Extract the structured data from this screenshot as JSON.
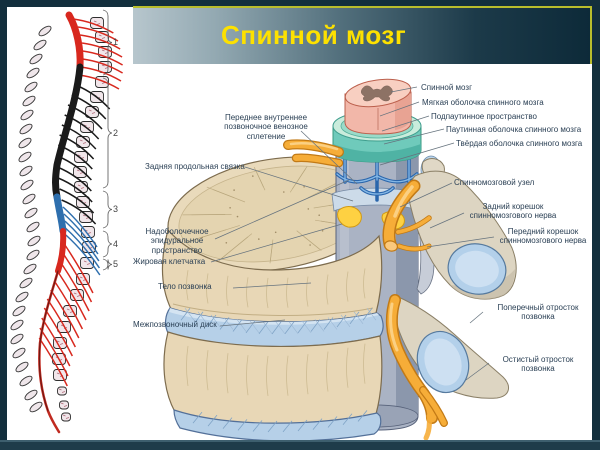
{
  "slide": {
    "title": "Спинной мозг",
    "colors": {
      "background": "#132f3d",
      "panel": "#ffffff",
      "accent_line": "#b9bd2c",
      "title_text": "#fde100"
    }
  },
  "sidebar": {
    "figure": "spinal-column-overview",
    "region_numbers": [
      "1",
      "2",
      "3",
      "4",
      "5"
    ],
    "region_colors": {
      "cervical": "#d8281e",
      "thoracic": "#1a1a1a",
      "sacral": "#2e6fae",
      "caudal": "#d8281e"
    }
  },
  "diagram": {
    "labels": {
      "spinal_cord": "Спинной мозг",
      "pia_mater": "Мягкая оболочка спинного мозга",
      "subarachnoid_space": "Подпаутинное пространство",
      "arachnoid_mater": "Паутинная оболочка спинного мозга",
      "dura_mater": "Твёрдая оболочка спинного мозга",
      "spinal_ganglion": "Спинномозговой узел",
      "dorsal_root": "Задний корешок\nспинномозгового нерва",
      "ventral_root": "Передний корешок\nспинномозгового нерва",
      "transverse_process": "Поперечный отросток\nпозвонка",
      "spinous_process": "Остистый отросток\nпозвонка",
      "venous_plexus": "Переднее внутреннее\nпозвоночное венозное сплетение",
      "posterior_longitudinal_ligament": "Задняя продольная связка",
      "epidural_space": "Надоболочечное\nэпидуральное\nпространство",
      "fat_tissue": "Жировая клетчатка",
      "vertebral_body": "Тело позвонка",
      "intervertebral_disc": "Межпозвоночный диск"
    }
  }
}
